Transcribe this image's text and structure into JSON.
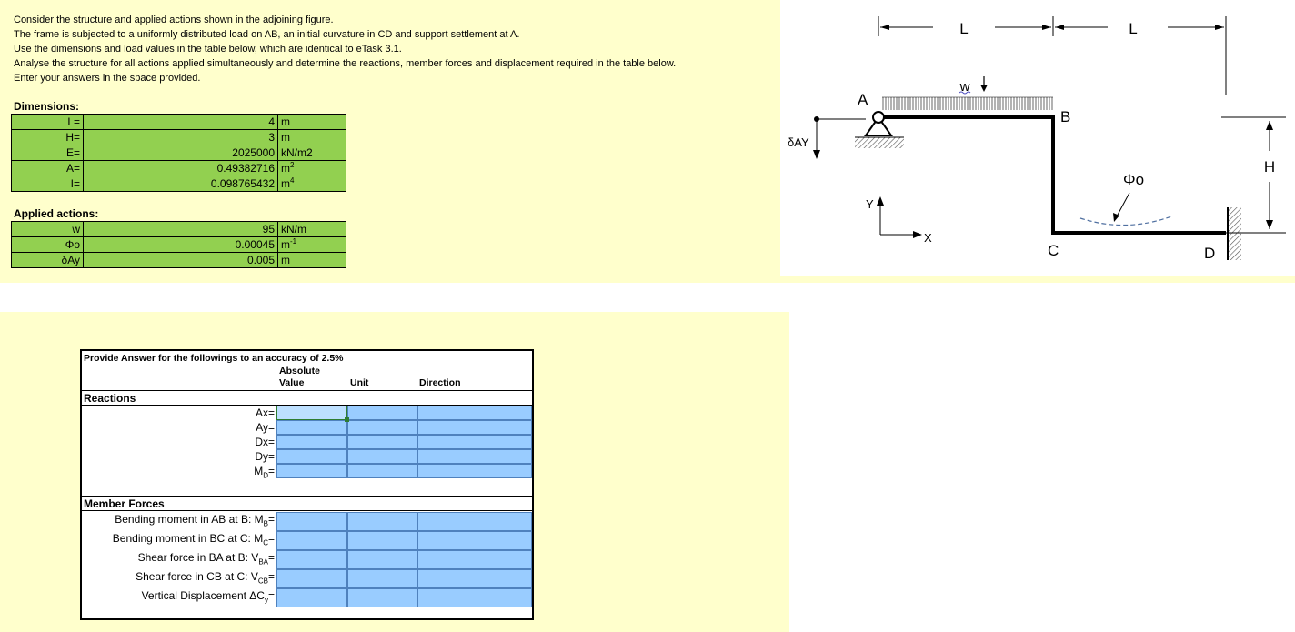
{
  "intro": {
    "lines": [
      "Consider the structure and applied actions shown in the adjoining figure.",
      "The frame is subjected to a  uniformly distributed load on AB, an initial curvature in CD and support settlement at A.",
      "Use the dimensions and load values in the table below, which are identical to eTask 3.1.",
      "Analyse the structure for all actions applied simultaneously and determine the reactions, member forces and displacement required in the table below.",
      "Enter your answers in the space provided."
    ]
  },
  "dimensions": {
    "title": "Dimensions:",
    "rows": [
      {
        "label": "L=",
        "value": "4",
        "unit": "m",
        "sup": ""
      },
      {
        "label": "H=",
        "value": "3",
        "unit": "m",
        "sup": ""
      },
      {
        "label": "E=",
        "value": "2025000",
        "unit": "kN/m2",
        "sup": ""
      },
      {
        "label": "A=",
        "value": "0.49382716",
        "unit": "m",
        "sup": "2"
      },
      {
        "label": "I=",
        "value": "0.098765432",
        "unit": "m",
        "sup": "4"
      }
    ]
  },
  "actions": {
    "title": "Applied actions:",
    "rows": [
      {
        "label": "w",
        "value": "95",
        "unit": "kN/m",
        "sup": ""
      },
      {
        "label": "Φo",
        "value": "0.00045",
        "unit": "m",
        "sup": "-1"
      },
      {
        "label": "δAy",
        "value": "0.005",
        "unit": "m",
        "sup": ""
      }
    ]
  },
  "answers": {
    "heading": "Provide Answer for the followings to an accuracy of 2.5%",
    "col_value_1": "Absolute",
    "col_value_2": "Value",
    "col_unit": "Unit",
    "col_direction": "Direction",
    "reactions_title": "Reactions",
    "reactions": [
      {
        "main": "Ax=",
        "sub": "",
        "tail": ""
      },
      {
        "main": "Ay=",
        "sub": "",
        "tail": ""
      },
      {
        "main": "Dx=",
        "sub": "",
        "tail": ""
      },
      {
        "main": "Dy=",
        "sub": "",
        "tail": ""
      },
      {
        "main": "M",
        "sub": "D",
        "tail": "="
      }
    ],
    "members_title": "Member Forces",
    "members": [
      {
        "main": "Bending moment in AB at B: M",
        "sub": "B",
        "tail": "="
      },
      {
        "main": "Bending moment in BC at C: M",
        "sub": "C",
        "tail": "="
      },
      {
        "main": "Shear force in BA at B: V",
        "sub": "BA",
        "tail": "="
      },
      {
        "main": "Shear force in CB at C: V",
        "sub": "CB",
        "tail": "="
      },
      {
        "main": "Vertical Displacement ΔC",
        "sub": "y",
        "tail": "="
      }
    ]
  },
  "figure": {
    "dim_L1": "L",
    "dim_L2": "L",
    "dim_H": "H",
    "load_w": "w",
    "node_A": "A",
    "node_B": "B",
    "node_C": "C",
    "node_D": "D",
    "settlement": "δAY",
    "curvature": "Φo",
    "axis_y": "Y",
    "axis_x": "X"
  },
  "colors": {
    "panel_bg": "#ffffcc",
    "input_green": "#92d050",
    "answer_blue": "#99ccff"
  }
}
